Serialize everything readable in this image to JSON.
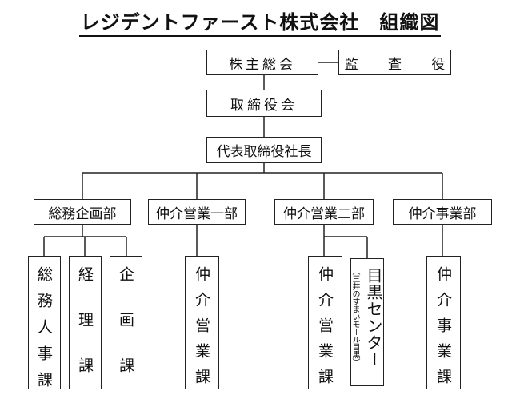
{
  "title": "レジデントファースト株式会社　組織図",
  "nodes": {
    "shareholders": "株主総会",
    "auditor": "監 査 役",
    "board": "取締役会",
    "ceo": "代表取締役社長",
    "general_affairs": "総務企画部",
    "sales1": "仲介営業一部",
    "sales2": "仲介営業二部",
    "brokerage": "仲介事業部",
    "hr": "総務人事課",
    "accounting": "経理課",
    "planning": "企画課",
    "sales1_section": "仲介営業課",
    "sales2_section": "仲介営業課",
    "meguro_name": "目黒センター",
    "meguro_note": "（三井のすまいモール目黒）",
    "brokerage_section": "仲介事業課"
  }
}
